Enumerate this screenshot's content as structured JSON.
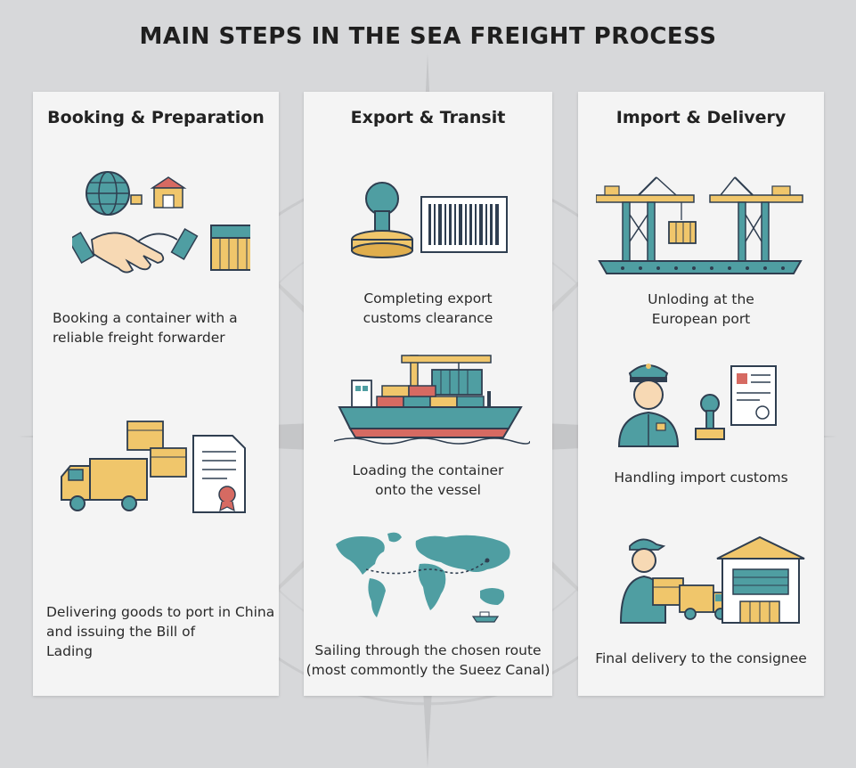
{
  "title": "MAIN STEPS IN THE SEA FREIGHT PROCESS",
  "colors": {
    "teal": "#4f9ea2",
    "gold": "#f0c66b",
    "red": "#d66a62",
    "navy": "#2f3e50",
    "panel": "#f4f4f4",
    "background": "#d7d8da"
  },
  "columns": [
    {
      "title": "Booking & Preparation",
      "steps": [
        {
          "icon": "globe-handshake-container-icon",
          "lines": [
            "Booking a container with a",
            "reliable freight forwarder"
          ]
        },
        {
          "icon": "truck-boxes-document-icon",
          "lines": [
            "Delivering goods to port in China",
            "and issuing the Bill of",
            "Lading"
          ]
        }
      ]
    },
    {
      "title": "Export & Transit",
      "steps": [
        {
          "icon": "stamp-barcode-icon",
          "lines": [
            "Completing export",
            "customs clearance"
          ]
        },
        {
          "icon": "cargo-ship-crane-icon",
          "lines": [
            "Loading the container",
            "onto the vessel"
          ]
        },
        {
          "icon": "world-map-route-icon",
          "lines": [
            "Sailing through the chosen route",
            "(most commontly the Sueez Canal)"
          ]
        }
      ]
    },
    {
      "title": "Import & Delivery",
      "steps": [
        {
          "icon": "port-cranes-icon",
          "lines": [
            "Unloding at the",
            "European port"
          ]
        },
        {
          "icon": "customs-officer-icon",
          "lines": [
            "Handling import customs"
          ]
        },
        {
          "icon": "delivery-warehouse-icon",
          "lines": [
            "Final delivery to the consignee"
          ]
        }
      ]
    }
  ]
}
